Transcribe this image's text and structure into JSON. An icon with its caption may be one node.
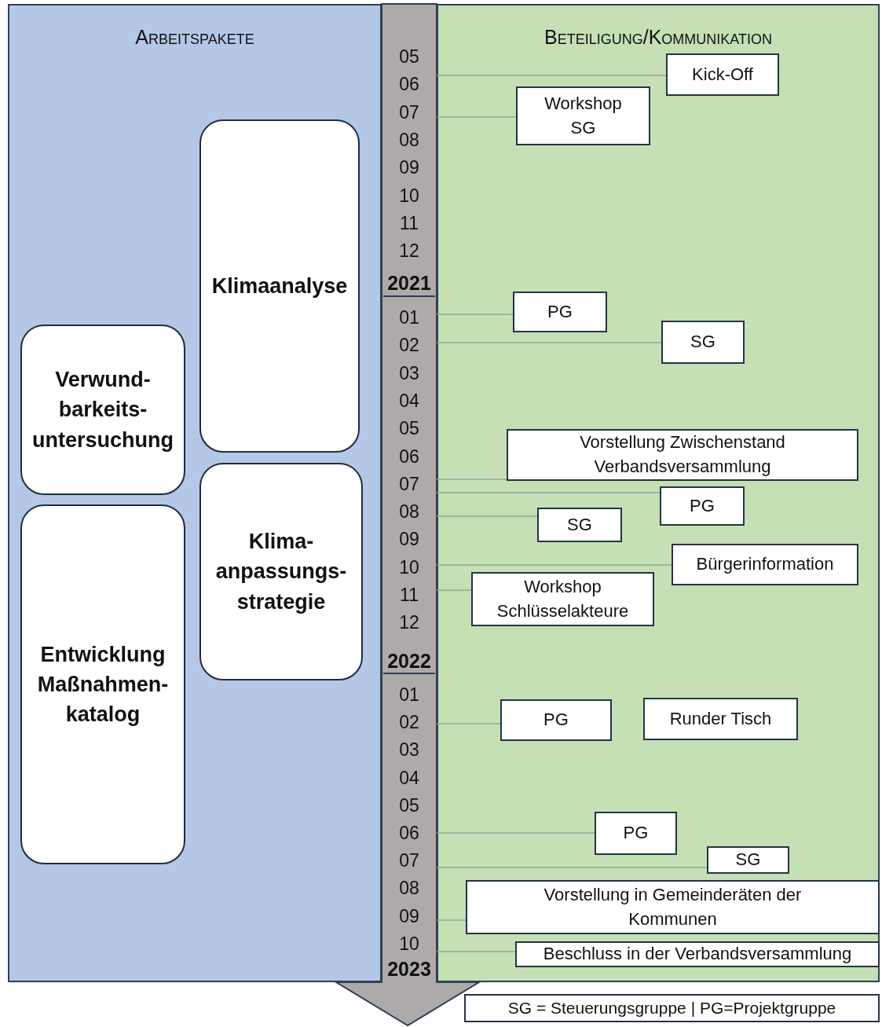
{
  "diagram": {
    "nodes": [
      {
        "text": [
          "Arbeitspakete"
        ]
      },
      {
        "text": [
          "Klimaanalyse"
        ],
        "in": 0
      },
      {
        "text": [
          "Verwund- barkeits- untersuchung"
        ],
        "in": 0
      },
      {
        "text": [
          "Entwicklung Maßnahmen- katalog"
        ],
        "in": 0
      },
      {
        "text": [
          "Klima- anpassungs- strategie"
        ],
        "in": 0
      },
      {
        "text": [
          "Beteiligung/Kommunikation"
        ]
      },
      {
        "text": [
          "Kick-Off"
        ],
        "in": 5
      },
      {
        "text": [
          "Workshop SG"
        ],
        "in": 5
      },
      {
        "text": [
          "PG"
        ],
        "in": 5
      },
      {
        "text": [
          "SG"
        ],
        "in": 5
      },
      {
        "text": [
          "Vorstellung Zwischenstand Verbandsversammlung"
        ],
        "in": 5
      },
      {
        "text": [
          "PG"
        ],
        "in": 5
      },
      {
        "text": [
          "SG"
        ],
        "in": 5
      },
      {
        "text": [
          "Bürgerinformation"
        ],
        "in": 5
      },
      {
        "text": [
          "Workshop Schlüsselakteure"
        ],
        "in": 5
      },
      {
        "text": [
          "PG"
        ],
        "in": 5
      },
      {
        "text": [
          "Runder Tisch"
        ],
        "in": 5
      },
      {
        "text": [
          "PG"
        ],
        "in": 5
      },
      {
        "text": [
          "SG"
        ],
        "in": 5
      },
      {
        "text": [
          "Vorstellung in Gemeinderäten der Kommunen"
        ],
        "in": 5
      },
      {
        "text": [
          "Beschluss in der Verbandsversammlung"
        ],
        "in": 5
      },
      {
        "text": [
          "SG = Steuerungsgruppe | PG=Projektgruppe"
        ]
      }
    ],
    "edges": [
      {
        "from": null,
        "to": 6,
        "arrow": "none"
      },
      {
        "from": null,
        "to": 7,
        "arrow": "none"
      },
      {
        "from": null,
        "to": 8,
        "arrow": "none"
      },
      {
        "from": null,
        "to": 9,
        "arrow": "none"
      },
      {
        "from": null,
        "to": 10,
        "arrow": "none"
      },
      {
        "from": null,
        "to": 11,
        "arrow": "none"
      },
      {
        "from": null,
        "to": 12,
        "arrow": "none"
      },
      {
        "from": null,
        "to": 13,
        "arrow": "none"
      },
      {
        "from": null,
        "to": 14,
        "arrow": "none"
      },
      {
        "from": null,
        "to": 15,
        "arrow": "none"
      },
      {
        "from": null,
        "to": 17,
        "arrow": "none"
      },
      {
        "from": null,
        "to": 18,
        "arrow": "none"
      },
      {
        "from": null,
        "to": 19,
        "arrow": "none"
      },
      {
        "from": null,
        "to": 20,
        "arrow": "none"
      }
    ],
    "labels": [
      "05",
      "06",
      "07",
      "08",
      "09",
      "10",
      "11",
      "12",
      "2021",
      "01",
      "02",
      "03",
      "04",
      "05",
      "06",
      "07",
      "08",
      "09",
      "10",
      "11",
      "12",
      "2022",
      "01",
      "02",
      "03",
      "04",
      "05",
      "06",
      "07",
      "08",
      "09",
      "10",
      "2023"
    ]
  }
}
